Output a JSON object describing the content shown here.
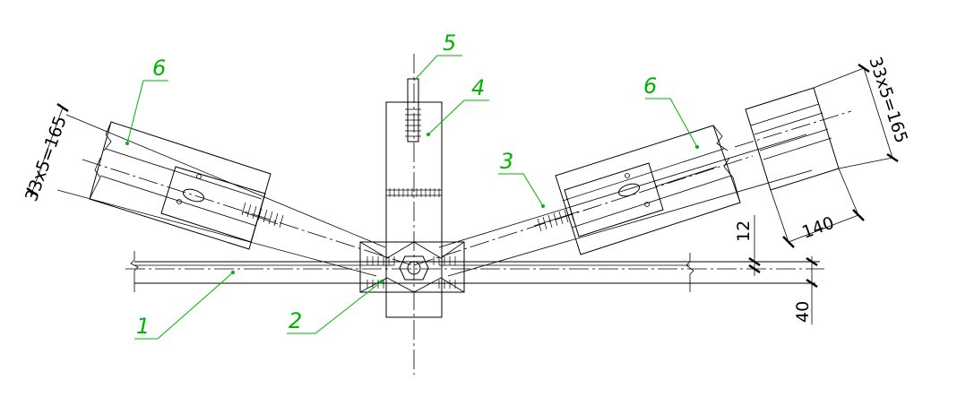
{
  "part_labels": {
    "p1": "1",
    "p2": "2",
    "p3": "3",
    "p4": "4",
    "p5": "5",
    "p6_left": "6",
    "p6_right": "6"
  },
  "dimensions": {
    "left_bolt_pitch": "33x5=165",
    "right_bolt_pitch": "33x5=165",
    "plate_width": "140",
    "offset_upper": "12",
    "offset_lower": "40"
  },
  "colors": {
    "linework": "#000000",
    "leaders": "#00b400",
    "background": "#ffffff"
  }
}
